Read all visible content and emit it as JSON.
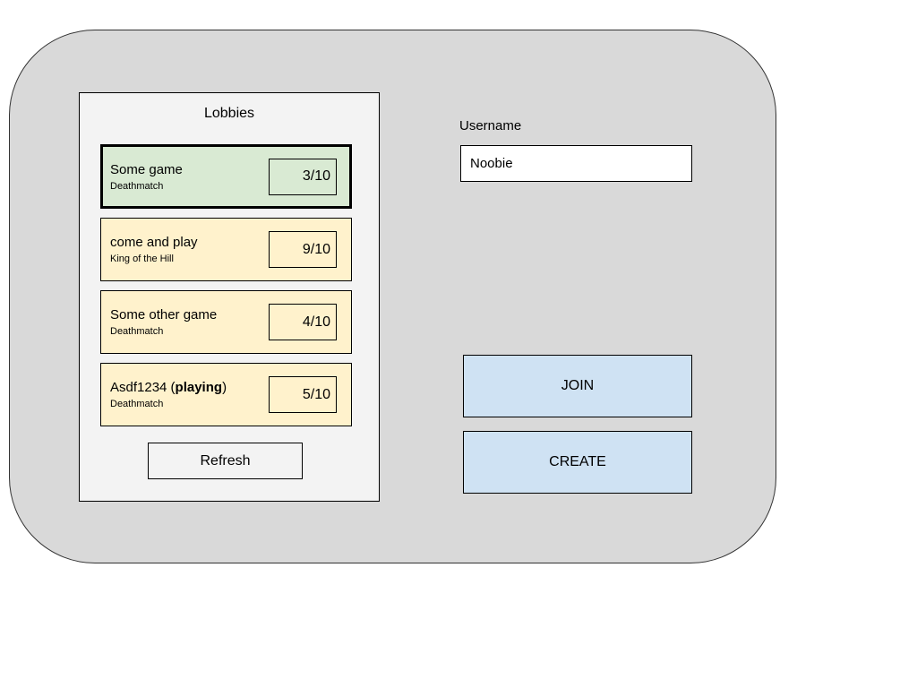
{
  "lobbies_panel": {
    "title": "Lobbies",
    "lobbies": [
      {
        "name_parts": [
          {
            "text": "Some game"
          }
        ],
        "mode": "Deathmatch",
        "players": "3/10",
        "selected": true
      },
      {
        "name_parts": [
          {
            "text": "come and play"
          }
        ],
        "mode": "King of the Hill",
        "players": "9/10",
        "selected": false
      },
      {
        "name_parts": [
          {
            "text": "Some other game"
          }
        ],
        "mode": "Deathmatch",
        "players": "4/10",
        "selected": false
      },
      {
        "name_parts": [
          {
            "text": "Asdf1234 ("
          },
          {
            "text": "playing",
            "bold": true
          },
          {
            "text": ")"
          }
        ],
        "mode": "Deathmatch",
        "players": "5/10",
        "selected": false
      }
    ],
    "refresh_label": "Refresh"
  },
  "user_section": {
    "username_label": "Username",
    "username_value": "Noobie",
    "join_label": "JOIN",
    "create_label": "CREATE"
  },
  "colors": {
    "canvas_bg": "#d9d9d9",
    "panel_bg": "#f3f3f3",
    "selected_lobby_bg": "#d9ead3",
    "lobby_bg": "#fff2cc",
    "action_button_bg": "#cfe2f3",
    "input_bg": "#ffffff",
    "border": "#000000"
  }
}
